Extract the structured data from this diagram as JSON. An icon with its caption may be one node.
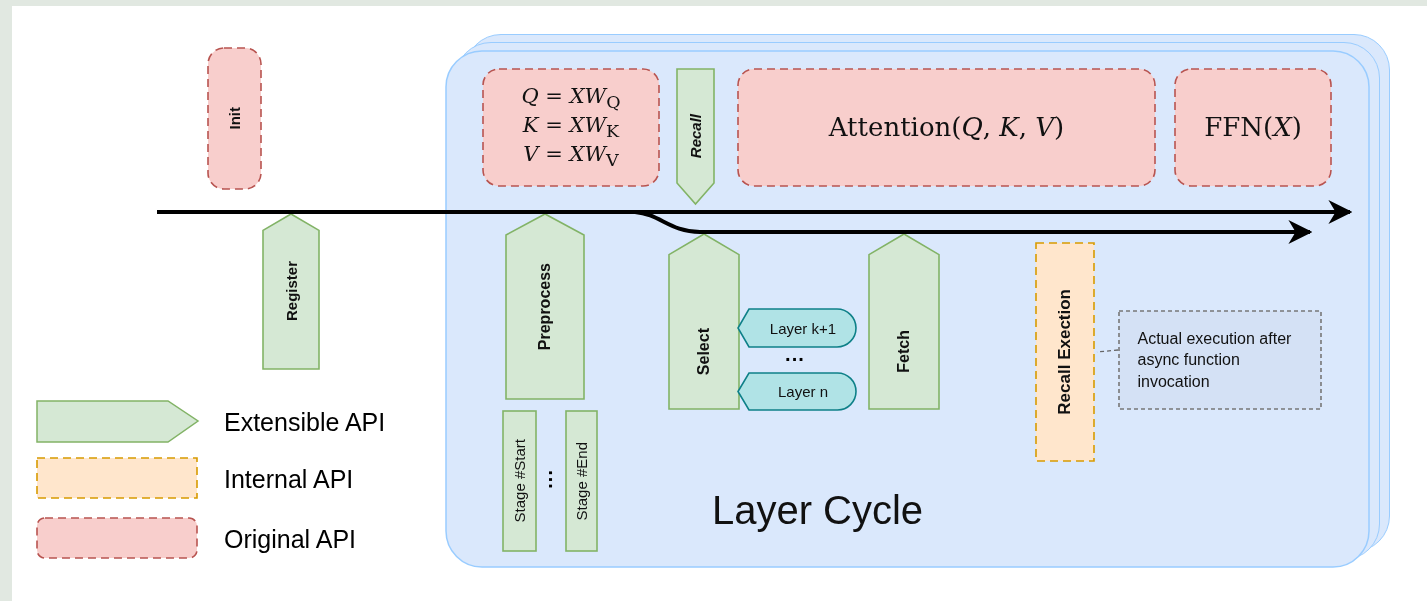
{
  "diagram": {
    "nodes": [
      {
        "text": [
          "Layer Cycle"
        ]
      },
      {
        "text": [
          "Init"
        ]
      },
      {
        "text": [
          "Register"
        ]
      },
      {
        "text": [
          "*Q* = *XW*$_{Q}$",
          "*K* = *XW*$_{K}$",
          "*V* = *XW*$_{V}$"
        ],
        "in": 0
      },
      {
        "text": [
          "Recall"
        ],
        "in": 0
      },
      {
        "text": [
          "Attention(*Q*, *K*, *V*)"
        ],
        "in": 0
      },
      {
        "text": [
          "FFN(*X*)"
        ],
        "in": 0
      },
      {
        "text": [
          "Preprocess"
        ],
        "in": 0
      },
      {
        "text": [
          "Stage #Start"
        ],
        "in": 0
      },
      {
        "text": [
          "Stage #End"
        ],
        "in": 0
      },
      {
        "text": [
          "Select"
        ],
        "in": 0
      },
      {
        "text": [
          "Layer k+1"
        ],
        "in": 0
      },
      {
        "text": [
          "Layer n"
        ],
        "in": 0
      },
      {
        "text": [
          "Fetch"
        ],
        "in": 0
      },
      {
        "text": [
          "Recall Exection"
        ],
        "in": 0
      },
      {
        "text": [
          "Actual execution after async function invocation"
        ],
        "in": 0
      }
    ],
    "edges": [
      {
        "from": 15,
        "to": 14,
        "arrow": "none",
        "style": "dashed",
        "color": "#666666"
      }
    ],
    "labels": [
      "···",
      "···"
    ],
    "legend": [
      {
        "text": "Extensible API",
        "color": "#d5e8d4"
      },
      {
        "text": "Internal API",
        "color": "#ffe6cc"
      },
      {
        "text": "Original API",
        "color": "#f8cecc"
      }
    ]
  }
}
